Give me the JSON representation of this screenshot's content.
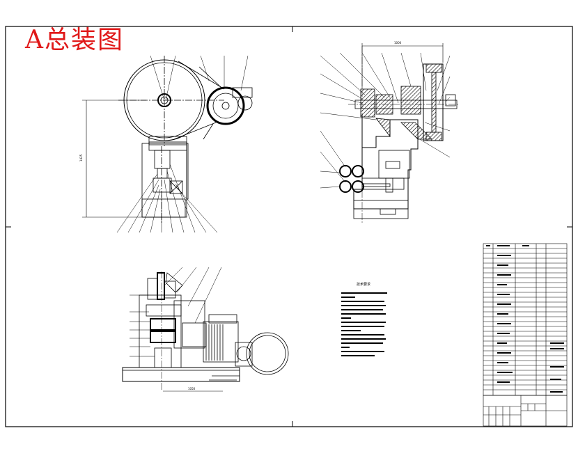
{
  "title": "A总装图",
  "notes_heading": "技术要求",
  "dimension_labels": {
    "front_height": "1425",
    "side_width": "1000",
    "plan_width": "1050"
  },
  "colors": {
    "title": "#e01818",
    "line": "#000000",
    "hatch": "#000000",
    "paper": "#ffffff"
  }
}
